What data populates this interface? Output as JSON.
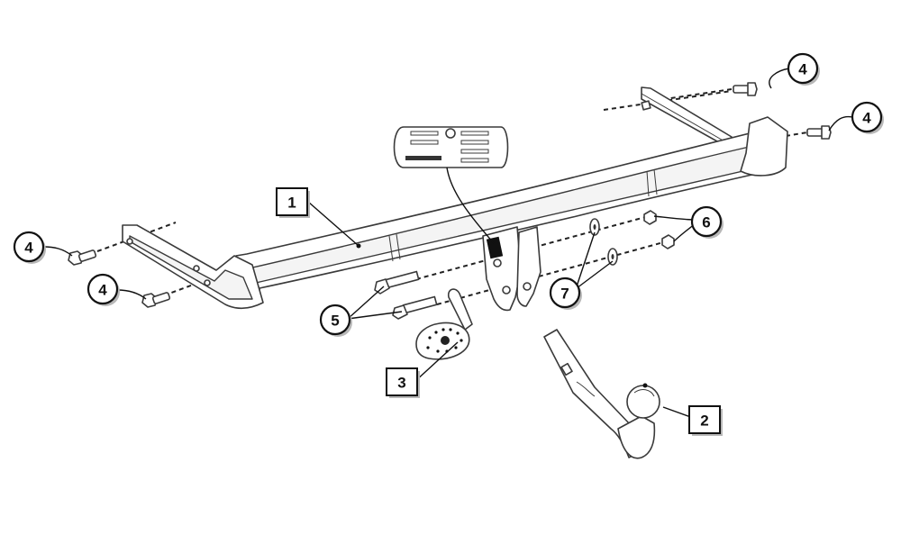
{
  "diagram": {
    "callouts": [
      {
        "id": "c-1",
        "label": "1",
        "part": "crossbar"
      },
      {
        "id": "c-2",
        "label": "2",
        "part": "tow-ball-neck"
      },
      {
        "id": "c-3",
        "label": "3",
        "part": "socket-bracket"
      },
      {
        "id": "c-4a",
        "label": "4",
        "part": "bolt"
      },
      {
        "id": "c-4b",
        "label": "4",
        "part": "bolt"
      },
      {
        "id": "c-4c",
        "label": "4",
        "part": "bolt"
      },
      {
        "id": "c-4d",
        "label": "4",
        "part": "bolt"
      },
      {
        "id": "c-5",
        "label": "5",
        "part": "bolt"
      },
      {
        "id": "c-6",
        "label": "6",
        "part": "nut"
      },
      {
        "id": "c-7",
        "label": "7",
        "part": "washer"
      }
    ],
    "colors": {
      "line": "#3a3a3a",
      "fill": "#ffffff",
      "shadow": "#b8b8b8"
    }
  }
}
